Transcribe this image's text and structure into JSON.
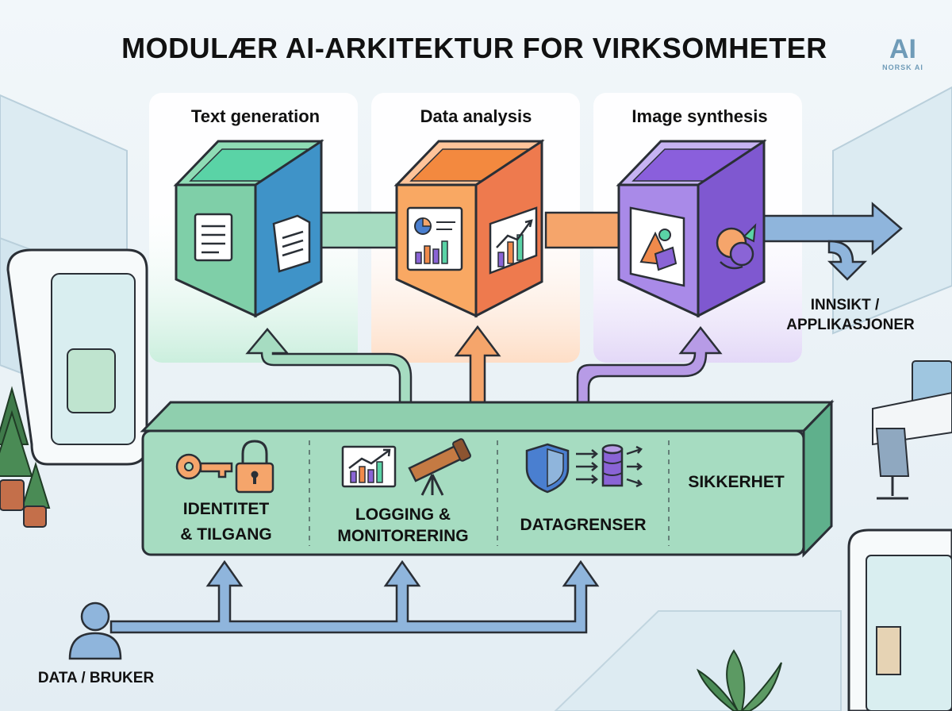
{
  "title": "MODULÆR AI-ARKITEKTUR FOR VIRKSOMHETER",
  "logo": {
    "mark": "AI",
    "caption": "NORSK AI"
  },
  "modules": [
    {
      "label": "Text generation",
      "color": "#5aa9d0",
      "icons": [
        "document-icon",
        "document-icon"
      ]
    },
    {
      "label": "Data analysis",
      "color": "#f08a4b",
      "icons": [
        "chart-icon",
        "bar-chart-icon"
      ]
    },
    {
      "label": "Image synthesis",
      "color": "#8a64d6",
      "icons": [
        "image-icon",
        "shapes-icon"
      ]
    }
  ],
  "platform": {
    "color": "#a6dcc1",
    "sections": [
      {
        "label_line1": "IDENTITET",
        "label_line2": "& TILGANG",
        "icons": [
          "key-icon",
          "padlock-icon"
        ]
      },
      {
        "label_line1": "LOGGING &",
        "label_line2": "MONITORERING",
        "icons": [
          "line-chart-icon",
          "telescope-icon"
        ]
      },
      {
        "label_line1": "DATAGRENSER",
        "label_line2": "",
        "icons": [
          "shield-icon",
          "database-icon"
        ]
      },
      {
        "label_line1": "SIKKERHET",
        "label_line2": "",
        "icons": []
      }
    ]
  },
  "output": {
    "label_line1": "INNSIKT /",
    "label_line2": "APPLIKASJONER"
  },
  "input": {
    "label": "DATA / BRUKER",
    "icon": "user-icon"
  },
  "colors": {
    "input_arrow": "#8fb5dc",
    "output_arrow": "#8fb5dc",
    "arrow_text": "#a6dcc1",
    "arrow_data": "#f5a56b",
    "arrow_image": "#b79be6"
  }
}
